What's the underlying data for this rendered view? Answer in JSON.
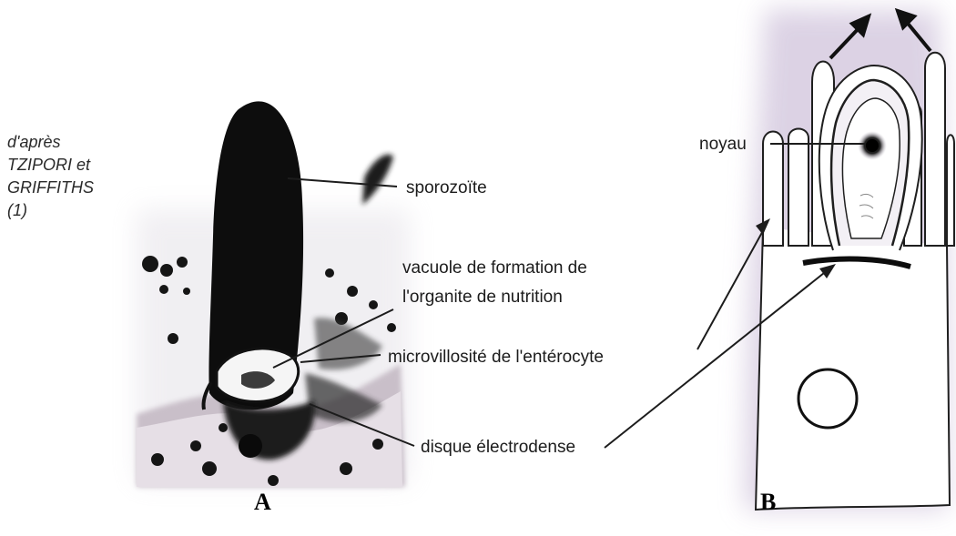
{
  "credit": {
    "lines": [
      "d'après",
      "TZIPORI et",
      "GRIFFITHS",
      "(1)"
    ]
  },
  "panel_a": {
    "letter": "A",
    "labels": {
      "sporozoite": "sporozoïte",
      "vacuole_line1": "vacuole de formation de",
      "vacuole_line2": "l'organite de nutrition",
      "microvillosite": "microvillosité de l'entérocyte",
      "disque": "disque électrodense"
    }
  },
  "panel_b": {
    "letter": "B",
    "labels": {
      "noyau": "noyau"
    }
  },
  "colors": {
    "ink": "#1c1c1c",
    "stain": "#0d0d0d",
    "halo": "#d9cfe0"
  }
}
